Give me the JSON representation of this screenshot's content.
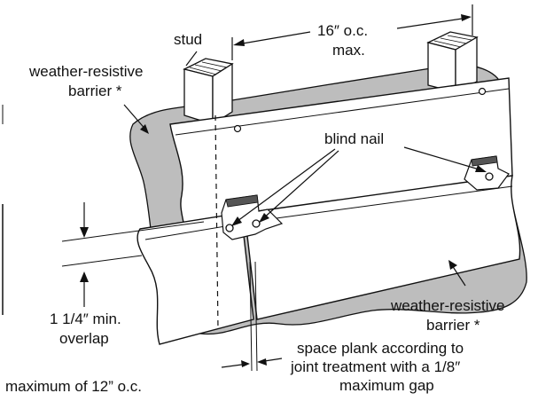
{
  "labels": {
    "stud": "stud",
    "spacing_line1": "16″ o.c.",
    "spacing_line2": "max.",
    "wrb_top_line1": "weather-resistive",
    "wrb_top_line2": "barrier *",
    "blind_nail": "blind nail",
    "overlap_line1": "1 1/4″ min.",
    "overlap_line2": "overlap",
    "wrb_bottom_line1": "weather-resistive",
    "wrb_bottom_line2": "barrier *",
    "gap_line1": "space plank according to",
    "gap_line2": "joint treatment with a 1/8″",
    "gap_line3": "maximum gap",
    "footer_note": "maximum of 12” o.c."
  },
  "colors": {
    "barrier": "#bdbdbd",
    "plank": "#ffffff",
    "stud": "#ffffff",
    "line": "#111111"
  }
}
